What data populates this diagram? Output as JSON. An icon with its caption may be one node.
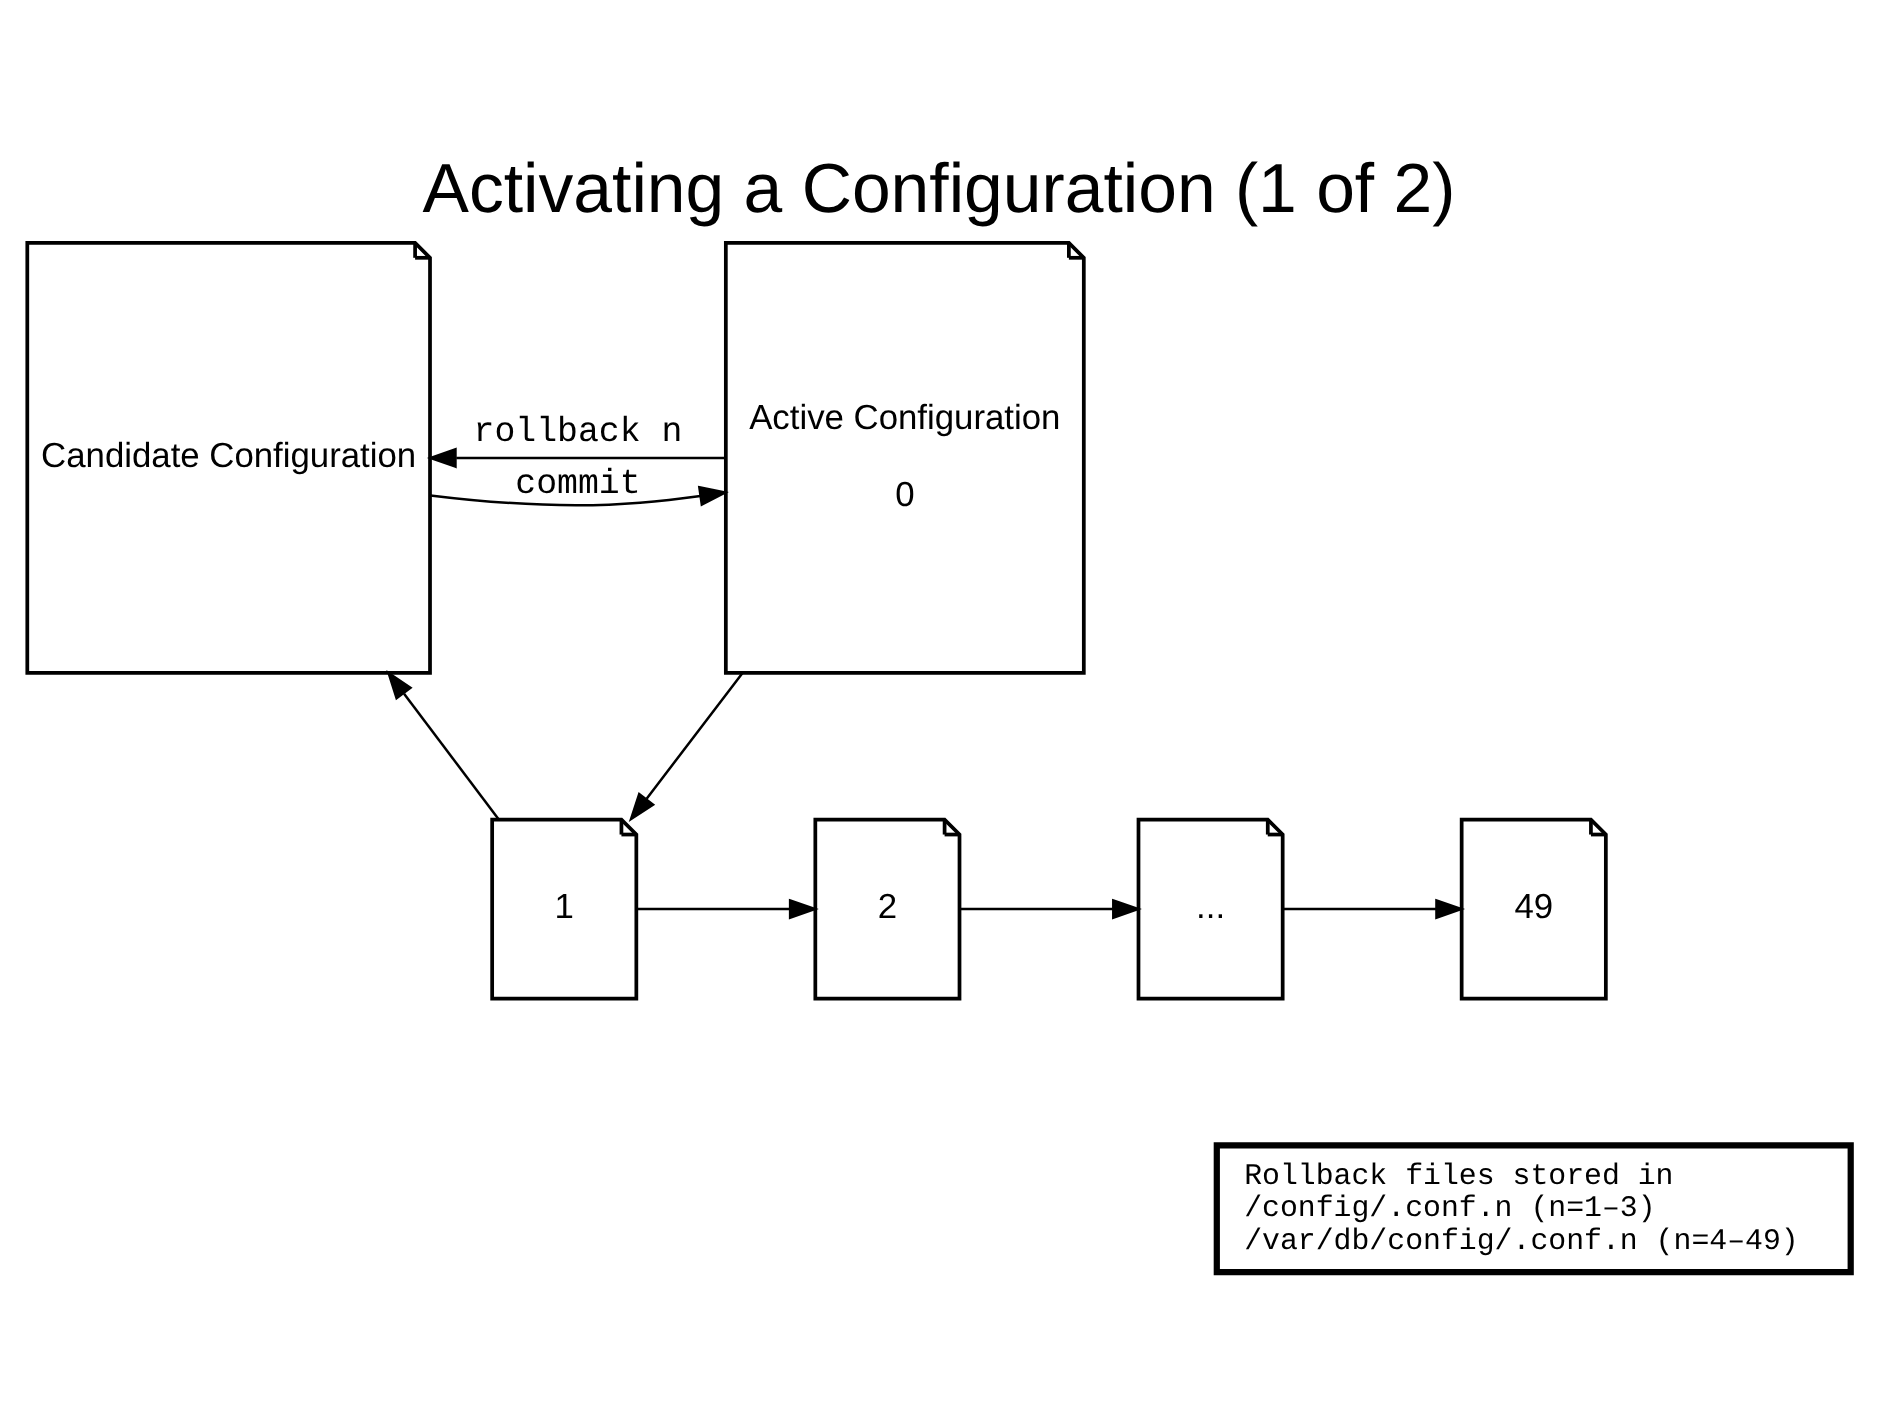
{
  "diagram": {
    "title": "Activating a Configuration (1 of 2)",
    "nodes": [
      {
        "text": [
          "Candidate Configuration"
        ]
      },
      {
        "text": [
          "Active Configuration",
          "0"
        ]
      },
      {
        "text": [
          "1"
        ]
      },
      {
        "text": [
          "2"
        ]
      },
      {
        "text": [
          "..."
        ]
      },
      {
        "text": [
          "49"
        ]
      },
      {
        "text": [
          "Rollback files stored in",
          "/config/.conf.n (n=1–3)",
          "/var/db/config/.conf.n (n=4–49)"
        ]
      }
    ],
    "edges": [
      {
        "from": 0,
        "to": 1,
        "arrow": "to",
        "label": "commit"
      },
      {
        "from": 1,
        "to": 0,
        "arrow": "to",
        "label": "rollback n"
      },
      {
        "from": 1,
        "to": 2,
        "arrow": "to"
      },
      {
        "from": 2,
        "to": 0,
        "arrow": "to"
      },
      {
        "from": 2,
        "to": 3,
        "arrow": "to"
      },
      {
        "from": 3,
        "to": 4,
        "arrow": "to"
      },
      {
        "from": 4,
        "to": 5,
        "arrow": "to"
      }
    ]
  }
}
